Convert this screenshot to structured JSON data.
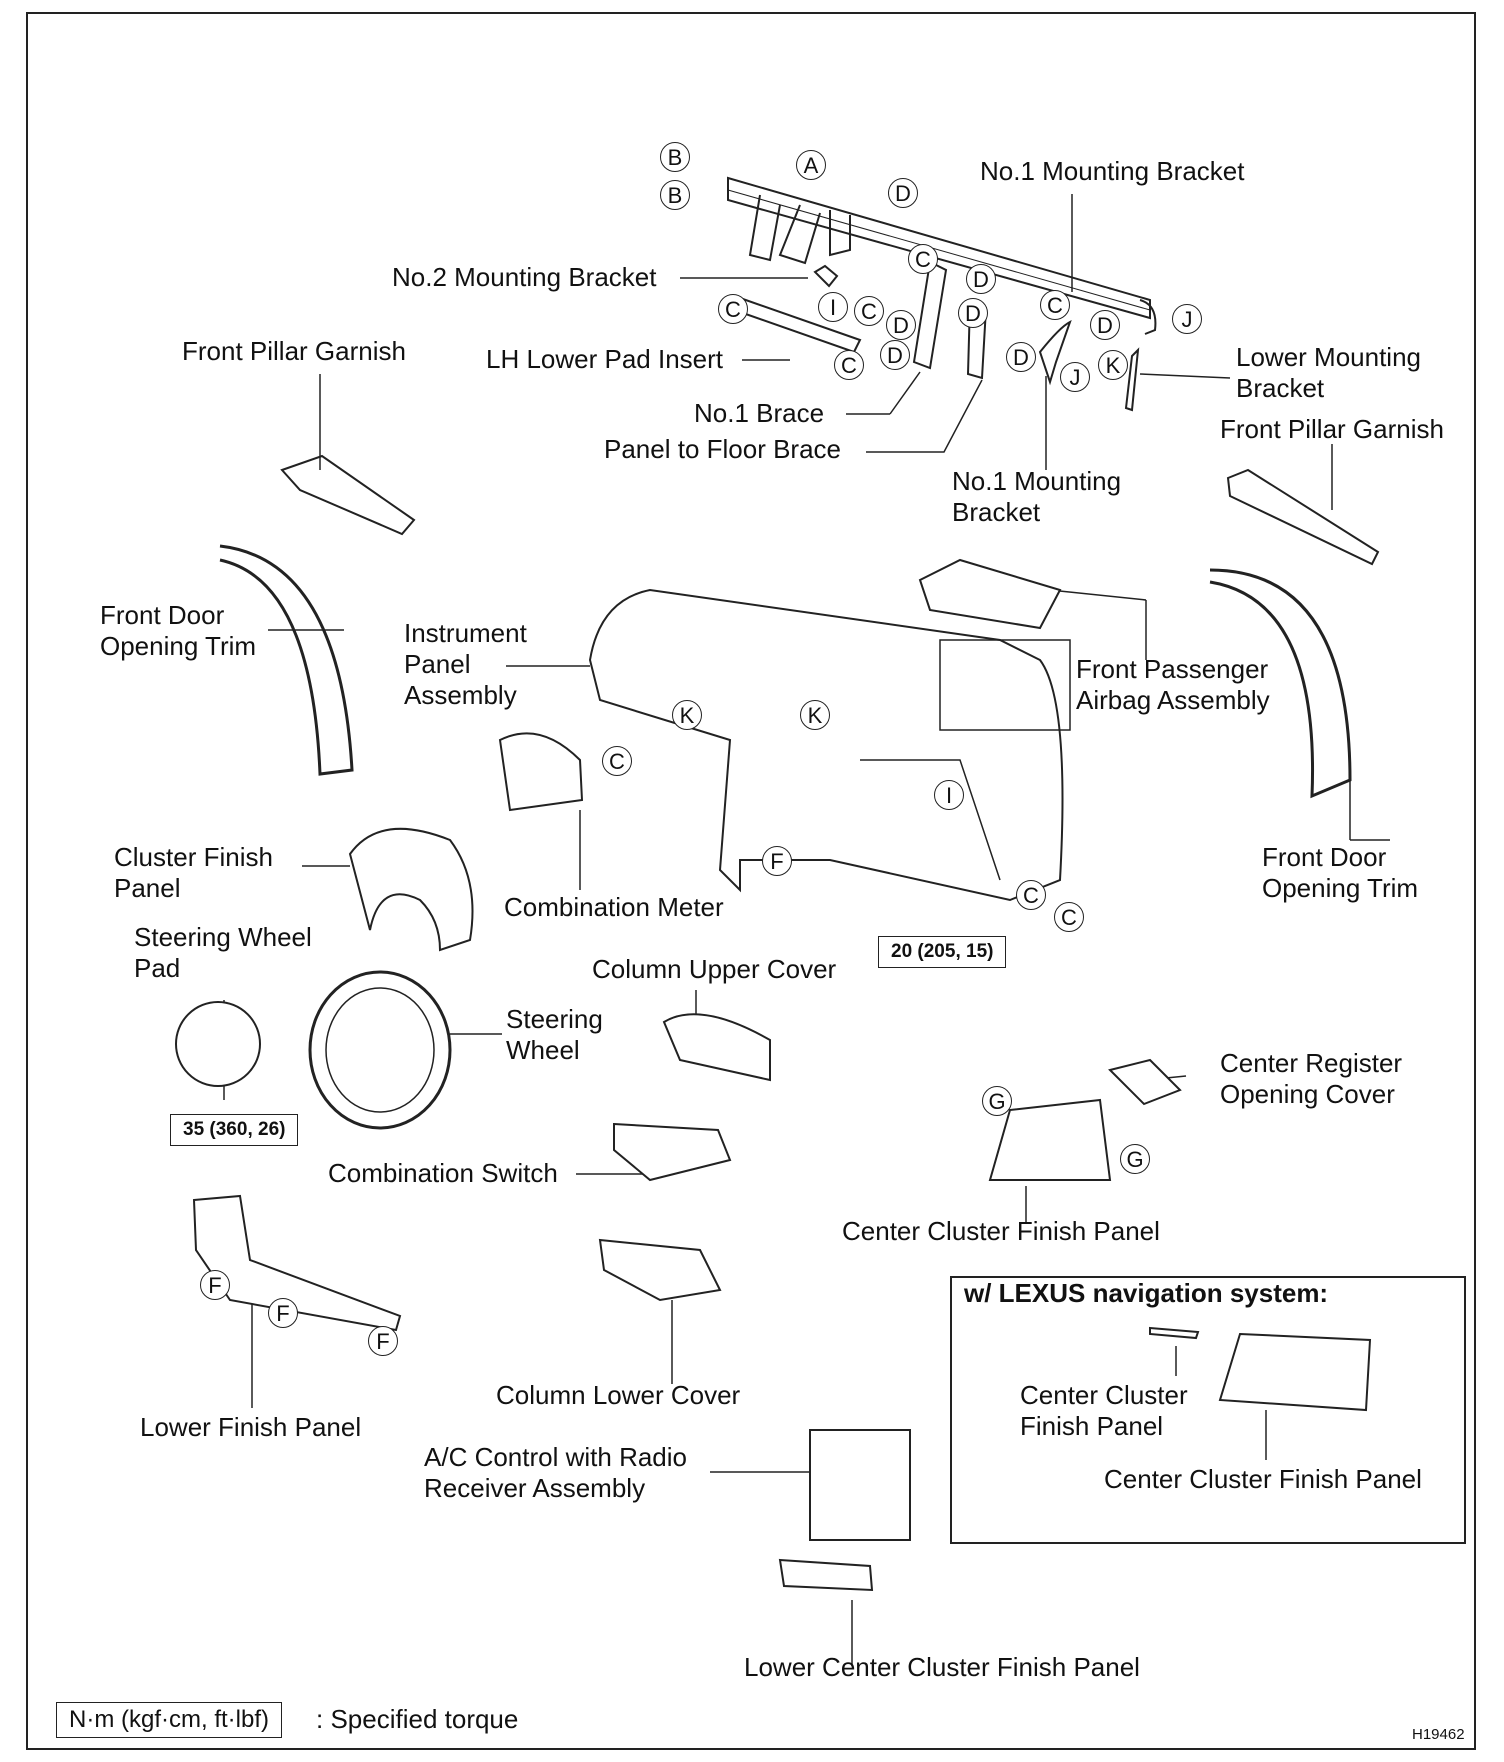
{
  "labels": {
    "no1_mounting_bracket_top": "No.1 Mounting Bracket",
    "no2_mounting_bracket": "No.2 Mounting Bracket",
    "front_pillar_garnish_left": "Front Pillar Garnish",
    "lh_lower_pad_insert": "LH Lower Pad Insert",
    "no1_brace": "No.1 Brace",
    "panel_to_floor_brace": "Panel to Floor Brace",
    "no1_mounting_bracket_mid": "No.1 Mounting\nBracket",
    "lower_mounting_bracket": "Lower Mounting\nBracket",
    "front_pillar_garnish_right": "Front Pillar Garnish",
    "front_door_opening_trim_left": "Front Door\nOpening Trim",
    "instrument_panel_assembly": "Instrument\nPanel\nAssembly",
    "front_passenger_airbag": "Front Passenger\nAirbag Assembly",
    "cluster_finish_panel": "Cluster Finish\nPanel",
    "combination_meter": "Combination Meter",
    "front_door_opening_trim_right": "Front Door\nOpening Trim",
    "steering_wheel_pad": "Steering Wheel\nPad",
    "column_upper_cover": "Column Upper Cover",
    "steering_wheel": "Steering\nWheel",
    "center_register_cover": "Center Register\nOpening Cover",
    "combination_switch": "Combination Switch",
    "center_cluster_finish_panel": "Center Cluster Finish Panel",
    "lower_finish_panel": "Lower Finish Panel",
    "column_lower_cover": "Column Lower Cover",
    "ac_control_radio": "A/C Control with Radio\nReceiver Assembly",
    "lower_center_cluster": "Lower Center Cluster Finish Panel",
    "nav_center_cluster_small": "Center Cluster\nFinish Panel",
    "nav_center_cluster": "Center Cluster Finish Panel"
  },
  "torque": {
    "dash": "20 (205, 15)",
    "wheel": "35 (360, 26)",
    "legend_box": "N·m (kgf·cm, ft·lbf)",
    "legend_text": ": Specified torque"
  },
  "nav_box_title": "w/ LEXUS navigation system:",
  "figure_id": "H19462",
  "callouts": {
    "A": "A",
    "B": "B",
    "C": "C",
    "D": "D",
    "F": "F",
    "G": "G",
    "I": "I",
    "J": "J",
    "K": "K"
  }
}
